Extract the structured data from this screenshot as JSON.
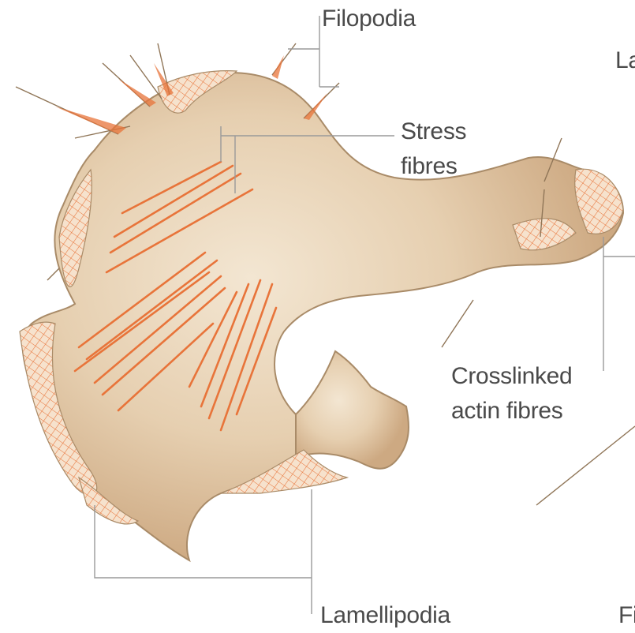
{
  "labels": {
    "filopodia": "Filopodia",
    "stress_fibres_line1": "Stress",
    "stress_fibres_line2": "fibres",
    "crosslinked_line1": "Crosslinked",
    "crosslinked_line2": "actin fibres",
    "lamellipodia": "Lamellipodia",
    "cut_top_right": "La",
    "cut_bottom_right": "Fi"
  },
  "colors": {
    "cell_fill": "#d9bd9a",
    "cell_edge": "#a98b68",
    "actin_orange": "#e8743a",
    "mesh_fill": "#f4d9bf",
    "leader_line": "#9a9a9a",
    "text": "#4a4a4a"
  }
}
